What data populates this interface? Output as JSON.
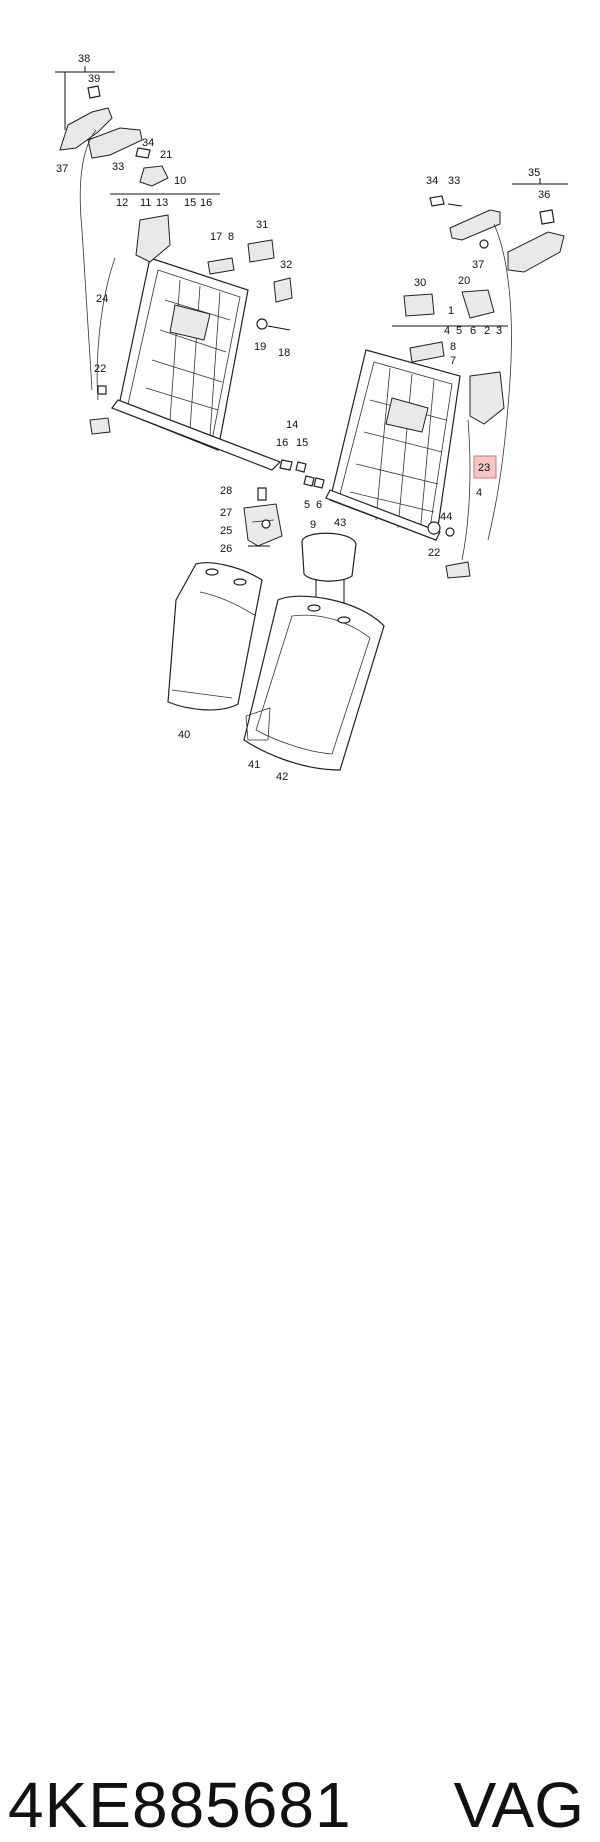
{
  "callouts": [
    "38",
    "39",
    "37",
    "34",
    "33",
    "21",
    "10",
    "12",
    "11",
    "13",
    "15",
    "16",
    "24",
    "31",
    "17",
    "8",
    "32",
    "19",
    "18",
    "14",
    "22",
    "16",
    "15",
    "5",
    "6",
    "9",
    "28",
    "27",
    "25",
    "26",
    "43",
    "40",
    "41",
    "42",
    "34",
    "33",
    "35",
    "36",
    "37",
    "30",
    "20",
    "1",
    "4",
    "5",
    "6",
    "2",
    "3",
    "8",
    "7",
    "23",
    "4",
    "44",
    "22"
  ],
  "highlight_label": "23",
  "footer": {
    "part_number": "4KE885681",
    "brand": "VAG"
  }
}
